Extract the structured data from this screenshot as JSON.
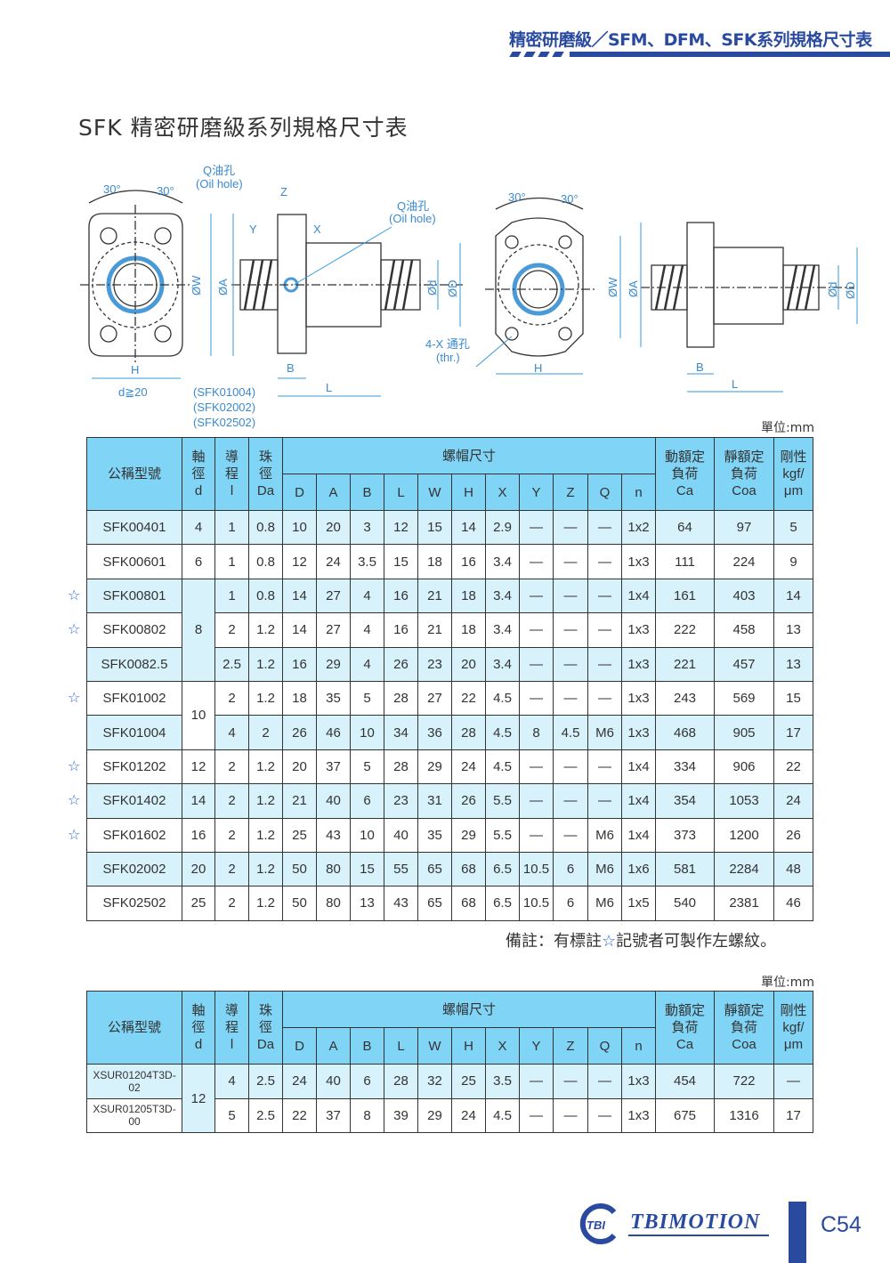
{
  "header": {
    "title": "精密研磨級／SFM、DFM、SFK系列規格尺寸表"
  },
  "page_title": "SFK 精密研磨級系列規格尺寸表",
  "diagram": {
    "angle_30": "30°",
    "oil_hole_q": "Q油孔",
    "oil_hole_en": "(Oil hole)",
    "dim_z": "Z",
    "dim_y": "Y",
    "dim_x": "X",
    "dim_w": "ØW",
    "dim_a": "ØA",
    "dim_d_small": "Ød",
    "dim_d_big": "ØD",
    "dim_h": "H",
    "dim_b": "B",
    "dim_l": "L",
    "d_note": "d≧20",
    "through_hole": "4-X 通孔",
    "through_hole_en": "(thr.)",
    "models_note": [
      "(SFK01004)",
      "(SFK02002)",
      "(SFK02502)"
    ]
  },
  "unit_label": "單位:mm",
  "table_headers": {
    "model": "公稱型號",
    "d": [
      "軸",
      "徑",
      "d"
    ],
    "l": [
      "導",
      "程",
      "l"
    ],
    "da": [
      "珠",
      "徑",
      "Da"
    ],
    "nut": "螺帽尺寸",
    "nut_cols": [
      "D",
      "A",
      "B",
      "L",
      "W",
      "H",
      "X",
      "Y",
      "Z",
      "Q",
      "n"
    ],
    "ca": [
      "動額定",
      "負荷",
      "Ca"
    ],
    "coa": [
      "靜額定",
      "負荷",
      "Coa"
    ],
    "rig": [
      "剛性",
      "kgf/",
      "μm"
    ]
  },
  "table1": [
    {
      "star": false,
      "model": "SFK00401",
      "d": "4",
      "vals": [
        "1",
        "0.8",
        "10",
        "20",
        "3",
        "12",
        "15",
        "14",
        "2.9",
        "—",
        "—",
        "—",
        "1x2",
        "64",
        "97",
        "5"
      ]
    },
    {
      "star": false,
      "model": "SFK00601",
      "d": "6",
      "vals": [
        "1",
        "0.8",
        "12",
        "24",
        "3.5",
        "15",
        "18",
        "16",
        "3.4",
        "—",
        "—",
        "—",
        "1x3",
        "111",
        "224",
        "9"
      ]
    },
    {
      "star": true,
      "model": "SFK00801",
      "d": "8",
      "dspan": 3,
      "vals": [
        "1",
        "0.8",
        "14",
        "27",
        "4",
        "16",
        "21",
        "18",
        "3.4",
        "—",
        "—",
        "—",
        "1x4",
        "161",
        "403",
        "14"
      ]
    },
    {
      "star": true,
      "model": "SFK00802",
      "vals": [
        "2",
        "1.2",
        "14",
        "27",
        "4",
        "16",
        "21",
        "18",
        "3.4",
        "—",
        "—",
        "—",
        "1x3",
        "222",
        "458",
        "13"
      ]
    },
    {
      "star": false,
      "model": "SFK0082.5",
      "vals": [
        "2.5",
        "1.2",
        "16",
        "29",
        "4",
        "26",
        "23",
        "20",
        "3.4",
        "—",
        "—",
        "—",
        "1x3",
        "221",
        "457",
        "13"
      ]
    },
    {
      "star": true,
      "model": "SFK01002",
      "d": "10",
      "dspan": 2,
      "vals": [
        "2",
        "1.2",
        "18",
        "35",
        "5",
        "28",
        "27",
        "22",
        "4.5",
        "—",
        "—",
        "—",
        "1x3",
        "243",
        "569",
        "15"
      ]
    },
    {
      "star": false,
      "model": "SFK01004",
      "vals": [
        "4",
        "2",
        "26",
        "46",
        "10",
        "34",
        "36",
        "28",
        "4.5",
        "8",
        "4.5",
        "M6",
        "1x3",
        "468",
        "905",
        "17"
      ]
    },
    {
      "star": true,
      "model": "SFK01202",
      "d": "12",
      "vals": [
        "2",
        "1.2",
        "20",
        "37",
        "5",
        "28",
        "29",
        "24",
        "4.5",
        "—",
        "—",
        "—",
        "1x4",
        "334",
        "906",
        "22"
      ]
    },
    {
      "star": true,
      "model": "SFK01402",
      "d": "14",
      "vals": [
        "2",
        "1.2",
        "21",
        "40",
        "6",
        "23",
        "31",
        "26",
        "5.5",
        "—",
        "—",
        "—",
        "1x4",
        "354",
        "1053",
        "24"
      ]
    },
    {
      "star": true,
      "model": "SFK01602",
      "d": "16",
      "vals": [
        "2",
        "1.2",
        "25",
        "43",
        "10",
        "40",
        "35",
        "29",
        "5.5",
        "—",
        "—",
        "M6",
        "1x4",
        "373",
        "1200",
        "26"
      ]
    },
    {
      "star": false,
      "model": "SFK02002",
      "d": "20",
      "vals": [
        "2",
        "1.2",
        "50",
        "80",
        "15",
        "55",
        "65",
        "68",
        "6.5",
        "10.5",
        "6",
        "M6",
        "1x6",
        "581",
        "2284",
        "48"
      ]
    },
    {
      "star": false,
      "model": "SFK02502",
      "d": "25",
      "vals": [
        "2",
        "1.2",
        "50",
        "80",
        "13",
        "43",
        "65",
        "68",
        "6.5",
        "10.5",
        "6",
        "M6",
        "1x5",
        "540",
        "2381",
        "46"
      ]
    }
  ],
  "star_glyph": "☆",
  "note": {
    "prefix": "備註：有標註",
    "star": "☆",
    "suffix": "記號者可製作左螺紋。"
  },
  "table2": [
    {
      "model": "XSUR01204T3D-02",
      "d": "12",
      "dspan": 2,
      "vals": [
        "4",
        "2.5",
        "24",
        "40",
        "6",
        "28",
        "32",
        "25",
        "3.5",
        "—",
        "—",
        "—",
        "1x3",
        "454",
        "722",
        "—"
      ]
    },
    {
      "model": "XSUR01205T3D-00",
      "vals": [
        "5",
        "2.5",
        "22",
        "37",
        "8",
        "39",
        "29",
        "24",
        "4.5",
        "—",
        "—",
        "—",
        "1x3",
        "675",
        "1316",
        "17"
      ]
    }
  ],
  "footer": {
    "logo_text": "TBI",
    "brand": "TBIMOTION",
    "page": "C54"
  },
  "colors": {
    "brand": "#2a4aa0",
    "header_bg": "#80d4f6",
    "row_bg": "#d8f2fb"
  }
}
